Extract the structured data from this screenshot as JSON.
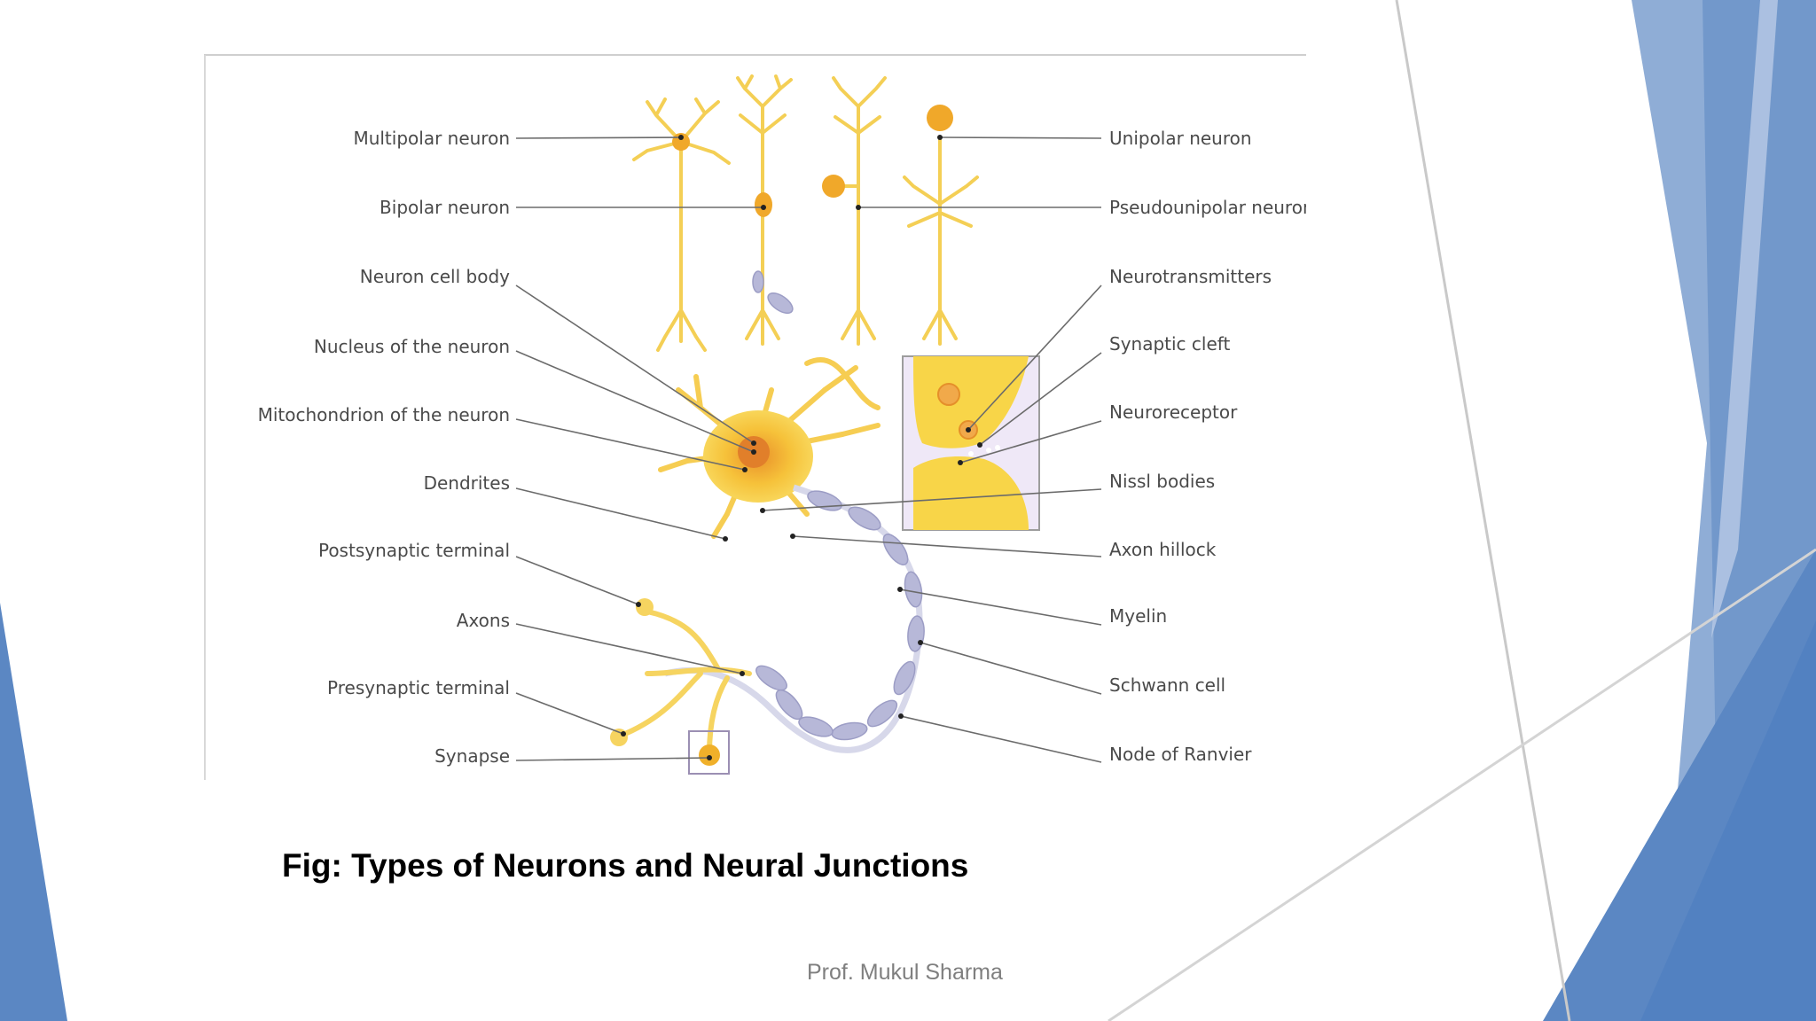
{
  "slide": {
    "caption": "Fig: Types of Neurons and Neural Junctions",
    "footer": "Prof. Mukul Sharma"
  },
  "diagram": {
    "left_labels": [
      "Multipolar neuron",
      "Bipolar neuron",
      "Neuron cell body",
      "Nucleus of the neuron",
      "Mitochondrion of the neuron",
      "Dendrites",
      "Postsynaptic terminal",
      "Axons",
      "Presynaptic terminal",
      "Synapse"
    ],
    "right_labels": [
      "Unipolar neuron",
      "Pseudounipolar neuron",
      "Neurotransmitters",
      "Synaptic cleft",
      "Neuroreceptor",
      "Nissl bodies",
      "Axon hillock",
      "Myelin",
      "Schwann cell",
      "Node of Ranvier"
    ]
  },
  "colors": {
    "accent_blue": "#5b87c3",
    "neuron_yellow": "#f6c83a",
    "myelin_lavender": "#b7b8d8"
  }
}
